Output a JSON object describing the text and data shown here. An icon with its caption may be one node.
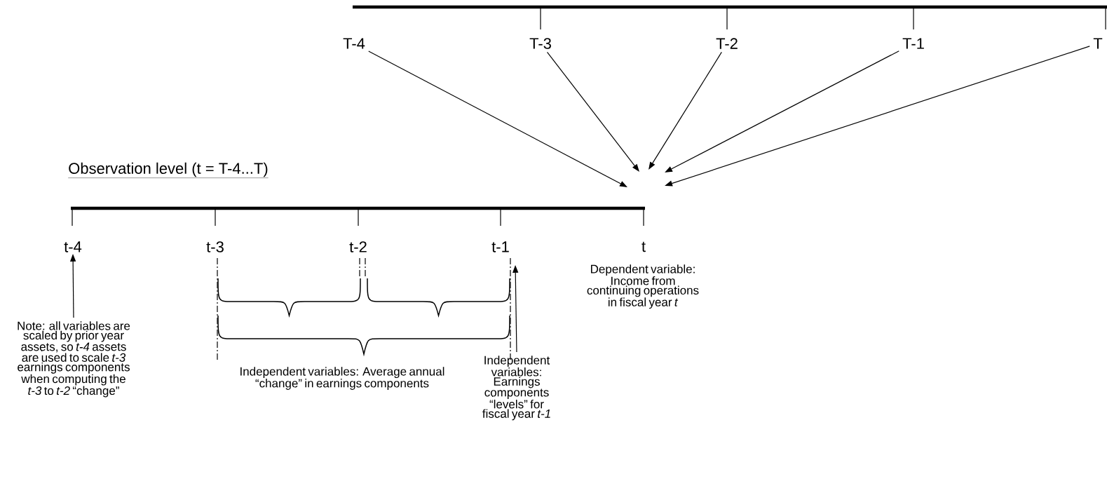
{
  "diagram": {
    "nodes": [
      {
        "text": [
          "T-4"
        ]
      },
      {
        "text": [
          "T-3"
        ]
      },
      {
        "text": [
          "T-2"
        ]
      },
      {
        "text": [
          "T-1"
        ]
      },
      {
        "text": [
          "T"
        ]
      },
      {
        "text": [
          "t-4"
        ]
      },
      {
        "text": [
          "t-3"
        ]
      },
      {
        "text": [
          "t-2"
        ]
      },
      {
        "text": [
          "t-1"
        ]
      },
      {
        "text": [
          "t"
        ],
        "beside": [
          "Dependent variable: Income from continuing operations in fiscal year *t*"
        ]
      },
      {
        "text": [
          "Note: all variables are scaled by prior year assets, so *t-4* assets are used to scale *t-3* earnings components when computing the *t-3* to *t-2* “change”"
        ]
      },
      {
        "text": [
          "Independent variables: Earnings components “levels” for fiscal year *t-1*"
        ]
      }
    ],
    "edges": [
      {
        "from": 0,
        "to": null,
        "arrow": "to"
      },
      {
        "from": 1,
        "to": null,
        "arrow": "to"
      },
      {
        "from": 2,
        "to": null,
        "arrow": "to"
      },
      {
        "from": 3,
        "to": null,
        "arrow": "to"
      },
      {
        "from": 4,
        "to": null,
        "arrow": "to"
      },
      {
        "from": 10,
        "to": 5,
        "arrow": "to"
      },
      {
        "from": 11,
        "to": 8,
        "arrow": "to"
      }
    ],
    "labels": [
      "Observation level (t = T-4...T)",
      "Independent variables: Average annual “change” in earnings components"
    ]
  }
}
